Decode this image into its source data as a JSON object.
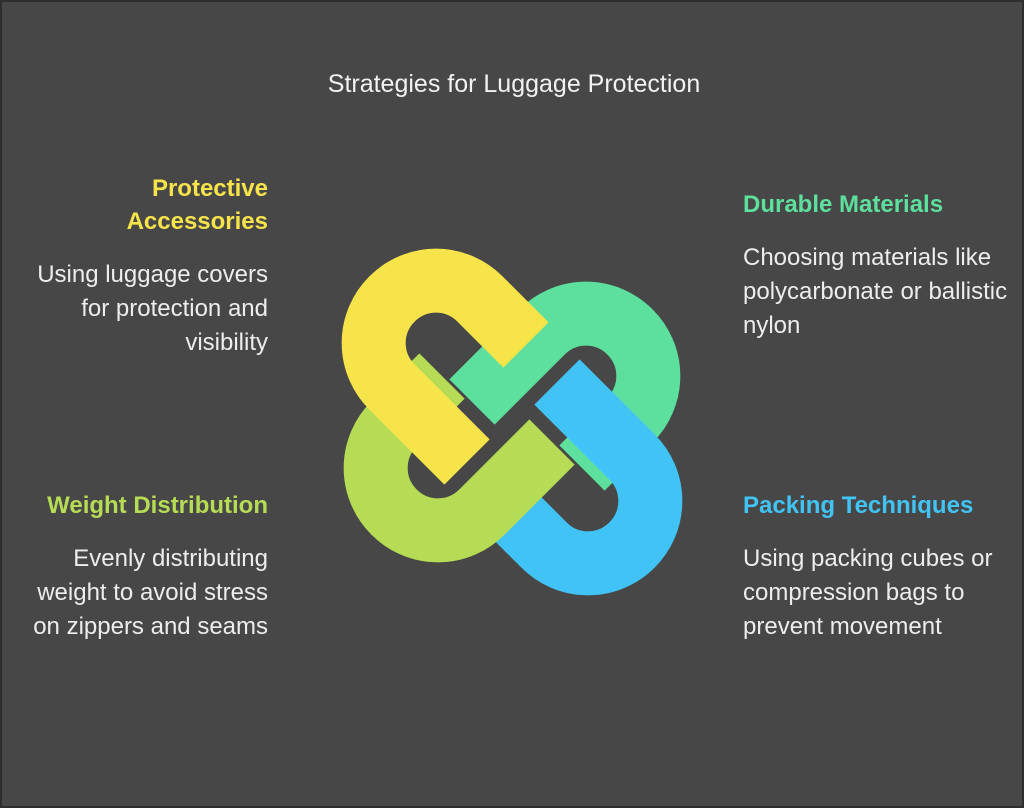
{
  "title": "Strategies for Luggage Protection",
  "colors": {
    "background": "#474747",
    "yellow": "#f7e34a",
    "green": "#5ddf9d",
    "blue": "#41c4f5",
    "lime": "#b6dc55"
  },
  "sections": {
    "protective_accessories": {
      "heading": "Protective Accessories",
      "description": "Using luggage covers for protection and visibility",
      "color": "#f7e34a"
    },
    "durable_materials": {
      "heading": "Durable Materials",
      "description": "Choosing materials like polycarbonate or ballistic nylon",
      "color": "#5ddf9d"
    },
    "weight_distribution": {
      "heading": "Weight Distribution",
      "description": "Evenly distributing weight to avoid stress on zippers and seams",
      "color": "#b6dc55"
    },
    "packing_techniques": {
      "heading": "Packing Techniques",
      "description": "Using packing cubes or compression bags to prevent movement",
      "color": "#41c4f5"
    }
  }
}
